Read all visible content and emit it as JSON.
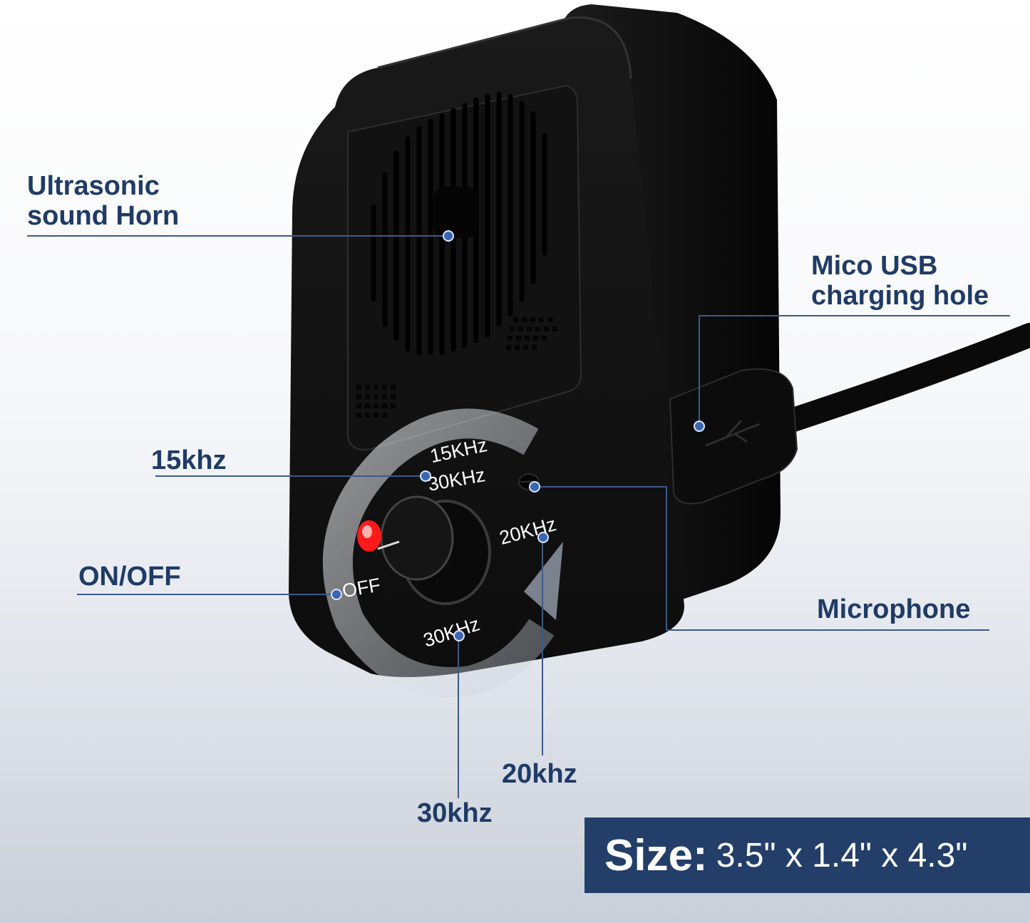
{
  "labels": {
    "horn": [
      "Ultrasonic",
      "sound Horn"
    ],
    "usb": [
      "Mico USB",
      "charging hole"
    ],
    "khz15": "15khz",
    "onoff": "ON/OFF",
    "microphone": "Microphone",
    "khz20": "20khz",
    "khz30": "30khz"
  },
  "dial": {
    "top1": "15KHz",
    "top2": "30KHz",
    "right": "20KHz",
    "off": "OFF",
    "bottom": "30KHz"
  },
  "size": {
    "label": "Size:",
    "value": "3.5\" x 1.4\" x 4.3\""
  },
  "colors": {
    "label_text": "#1f3b66",
    "size_bar": "#233e68",
    "device": "#141414",
    "led": "#ff1a1a"
  }
}
